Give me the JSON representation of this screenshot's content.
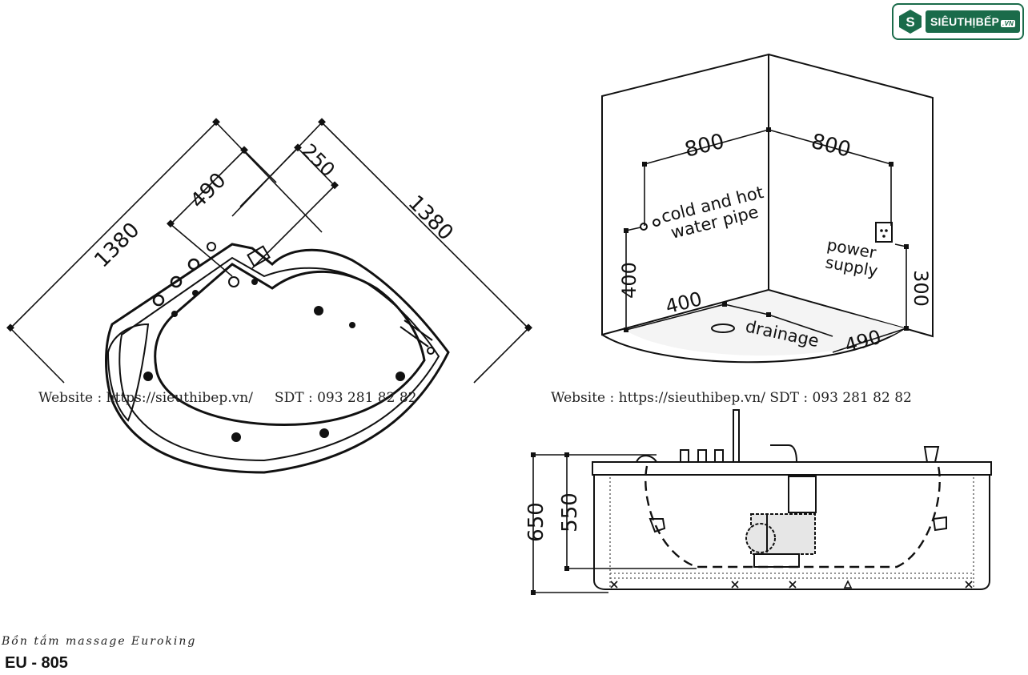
{
  "logo": {
    "brand_text": "SIÊUTHỊBẾP",
    "suffix": ".VN",
    "icon": "s-logo-icon",
    "color": "#1a6b4a"
  },
  "top_view": {
    "dims": {
      "left_side": "1380",
      "right_side": "1380",
      "inner_depth": "490",
      "offset": "250"
    }
  },
  "install_view": {
    "dims": {
      "left_width": "800",
      "right_width": "800",
      "left_height": "400",
      "right_height": "300",
      "floor_left": "400",
      "floor_right": "490"
    },
    "labels": {
      "pipe_line1": "cold and hot",
      "pipe_line2": "water pipe",
      "power_line1": "power",
      "power_line2": "supply",
      "drainage": "drainage"
    }
  },
  "side_view": {
    "dims": {
      "total_height": "650",
      "inner_height": "550"
    }
  },
  "watermarks": {
    "left": "Website : https://sieuthibep.vn/     SDT : 093 281 82 82",
    "right": "Website : https://sieuthibep.vn/ SDT : 093 281 82 82"
  },
  "product": {
    "type": "Bồn tắm massage Euroking",
    "model": "EU - 805"
  }
}
